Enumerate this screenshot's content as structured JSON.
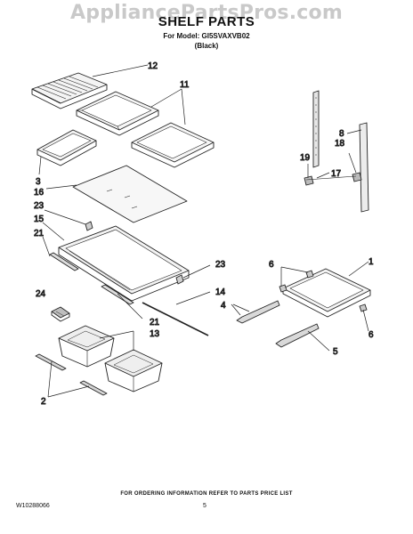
{
  "watermark": "AppliancePartsPros.com",
  "title": "SHELF PARTS",
  "model_line": "For Model: GI5SVAXVB02",
  "color_line": "(Black)",
  "footer_note": "FOR ORDERING INFORMATION REFER TO PARTS PRICE LIST",
  "doc_number": "W10288066",
  "page_number": "5",
  "callouts": {
    "c12": "12",
    "c11": "11",
    "c3": "3",
    "c16": "16",
    "c23a": "23",
    "c15": "15",
    "c21a": "21",
    "c23b": "23",
    "c24": "24",
    "c14": "14",
    "c21b": "21",
    "c13": "13",
    "c2": "2",
    "c8": "8",
    "c18": "18",
    "c19": "19",
    "c17": "17",
    "c6a": "6",
    "c1": "1",
    "c4": "4",
    "c6b": "6",
    "c5": "5"
  }
}
